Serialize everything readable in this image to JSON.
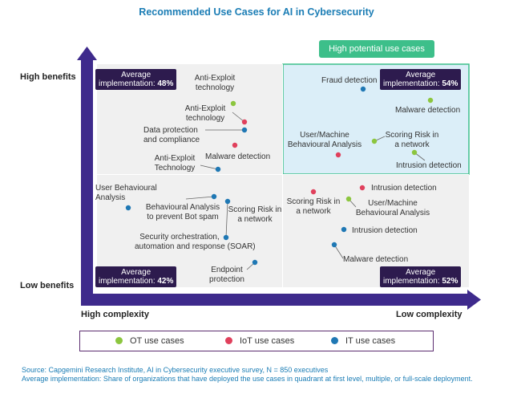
{
  "title": "Recommended Use Cases for AI in Cybersecurity",
  "chart_data": {
    "type": "scatter",
    "title": "Recommended Use Cases for AI in Cybersecurity",
    "y_axis": {
      "top_label": "High benefits",
      "bottom_label": "Low benefits"
    },
    "x_axis": {
      "left_label": "High complexity",
      "right_label": "Low complexity"
    },
    "highlight_label": "High potential use cases",
    "legend": [
      {
        "name": "OT use cases",
        "color": "#8cc63f"
      },
      {
        "name": "IoT use cases",
        "color": "#e0405c"
      },
      {
        "name": "IT use cases",
        "color": "#1f78b4"
      }
    ],
    "quadrants": [
      {
        "position": "top-left",
        "badge_line1": "Average",
        "badge_prefix": "implementation: ",
        "badge_value": "48%"
      },
      {
        "position": "top-right",
        "badge_line1": "Average",
        "badge_prefix": "implementation: ",
        "badge_value": "54%"
      },
      {
        "position": "bottom-left",
        "badge_line1": "Average",
        "badge_prefix": "implementation: ",
        "badge_value": "42%"
      },
      {
        "position": "bottom-right",
        "badge_line1": "Average",
        "badge_prefix": "implementation: ",
        "badge_value": "52%"
      }
    ],
    "points": [
      {
        "label": "Anti-Exploit technology",
        "type": "OT",
        "quadrant": "top-left"
      },
      {
        "label": "Anti-Exploit technology",
        "type": "IoT",
        "quadrant": "top-left"
      },
      {
        "label": "Data protection and compliance",
        "type": "IT",
        "quadrant": "top-left"
      },
      {
        "label": "Malware detection",
        "type": "IoT",
        "quadrant": "top-left"
      },
      {
        "label": "Anti-Exploit Technology",
        "type": "IT",
        "quadrant": "top-left"
      },
      {
        "label": "Fraud detection",
        "type": "IT",
        "quadrant": "top-right"
      },
      {
        "label": "Malware detection",
        "type": "OT",
        "quadrant": "top-right"
      },
      {
        "label": "Scoring Risk in a network",
        "type": "OT",
        "quadrant": "top-right"
      },
      {
        "label": "User/Machine Behavioural Analysis",
        "type": "IoT",
        "quadrant": "top-right"
      },
      {
        "label": "Intrusion detection",
        "type": "OT",
        "quadrant": "top-right"
      },
      {
        "label": "User Behavioural Analysis",
        "type": "IT",
        "quadrant": "bottom-left"
      },
      {
        "label": "Behavioural Analysis to prevent Bot spam",
        "type": "IT",
        "quadrant": "bottom-left"
      },
      {
        "label": "Scoring Risk in a network",
        "type": "IT",
        "quadrant": "bottom-left"
      },
      {
        "label": "Security orchestration, automation and response (SOAR)",
        "type": "IT",
        "quadrant": "bottom-left"
      },
      {
        "label": "Endpoint protection",
        "type": "IT",
        "quadrant": "bottom-left"
      },
      {
        "label": "Intrusion detection",
        "type": "IoT",
        "quadrant": "bottom-right"
      },
      {
        "label": "Scoring Risk in a network",
        "type": "IoT",
        "quadrant": "bottom-right"
      },
      {
        "label": "User/Machine Behavioural Analysis",
        "type": "OT",
        "quadrant": "bottom-right"
      },
      {
        "label": "Intrusion detection",
        "type": "IT",
        "quadrant": "bottom-right"
      },
      {
        "label": "Malware detection",
        "type": "IT",
        "quadrant": "bottom-right"
      }
    ]
  },
  "labels": {
    "p1_a": "Anti-Exploit",
    "p1_b": "technology",
    "p2_a": "Anti-Exploit",
    "p2_b": "technology",
    "p3_a": "Data protection",
    "p3_b": "and compliance",
    "p4": "Malware detection",
    "p5_a": "Anti-Exploit",
    "p5_b": "Technology",
    "p6": "Fraud detection",
    "p7": "Malware detection",
    "p8_a": "Scoring Risk in",
    "p8_b": "a network",
    "p9_a": "User/Machine",
    "p9_b": "Behavioural Analysis",
    "p10": "Intrusion detection",
    "p11_a": "User Behavioural",
    "p11_b": "Analysis",
    "p12_a": "Behavioural Analysis",
    "p12_b": "to prevent Bot spam",
    "p13_a": "Scoring Risk in",
    "p13_b": "a network",
    "p14_a": "Security orchestration,",
    "p14_b": "automation and response (SOAR)",
    "p15_a": "Endpoint",
    "p15_b": "protection",
    "p16": "Intrusion detection",
    "p17_a": "Scoring Risk in",
    "p17_b": "a network",
    "p18_a": "User/Machine",
    "p18_b": "Behavioural Analysis",
    "p19": "Intrusion detection",
    "p20": "Malware detection"
  },
  "source": {
    "line1": "Source: Capgemini Research Institute, AI in Cybersecurity executive survey, N = 850 executives",
    "line2": "Average implementation: Share of organizations that have deployed the use cases in quadrant at first level, multiple, or full-scale deployment."
  }
}
